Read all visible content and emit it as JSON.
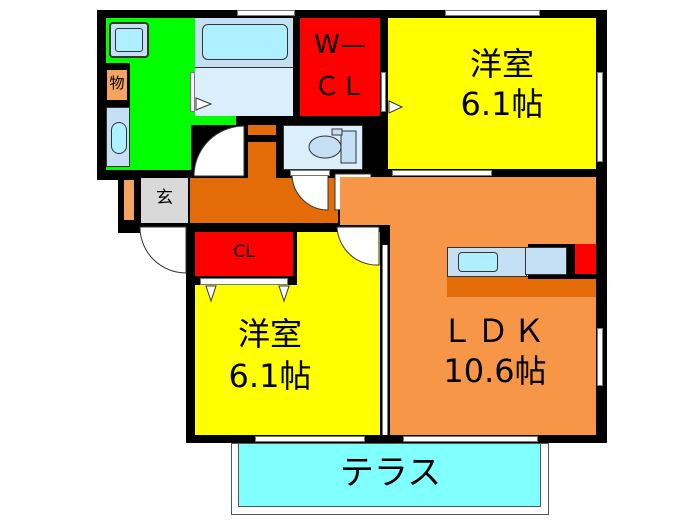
{
  "floorplan": {
    "colors": {
      "wall": "#000000",
      "western_room": "#ffff00",
      "closet": "#ff0000",
      "washroom": "#00ff00",
      "ldk": "#f79646",
      "hall": "#e36c09",
      "bath": "#c5e0f5",
      "fixture": "#aef0ff",
      "entrance": "#d9d9d9",
      "storage": "#f4a460",
      "terrace": "#80ffff"
    },
    "rooms": {
      "bedroom_north": {
        "name": "洋室",
        "size": "6.1帖"
      },
      "bedroom_south": {
        "name": "洋室",
        "size": "6.1帖"
      },
      "ldk": {
        "name": "ＬＤＫ",
        "size": "10.6帖"
      },
      "walk_in_closet": {
        "line1": "W—",
        "line2": "ＣＬ"
      },
      "closet": {
        "name": "CL"
      },
      "entrance": {
        "name": "玄"
      },
      "storage": {
        "name": "物"
      },
      "terrace": {
        "name": "テラス"
      }
    }
  }
}
